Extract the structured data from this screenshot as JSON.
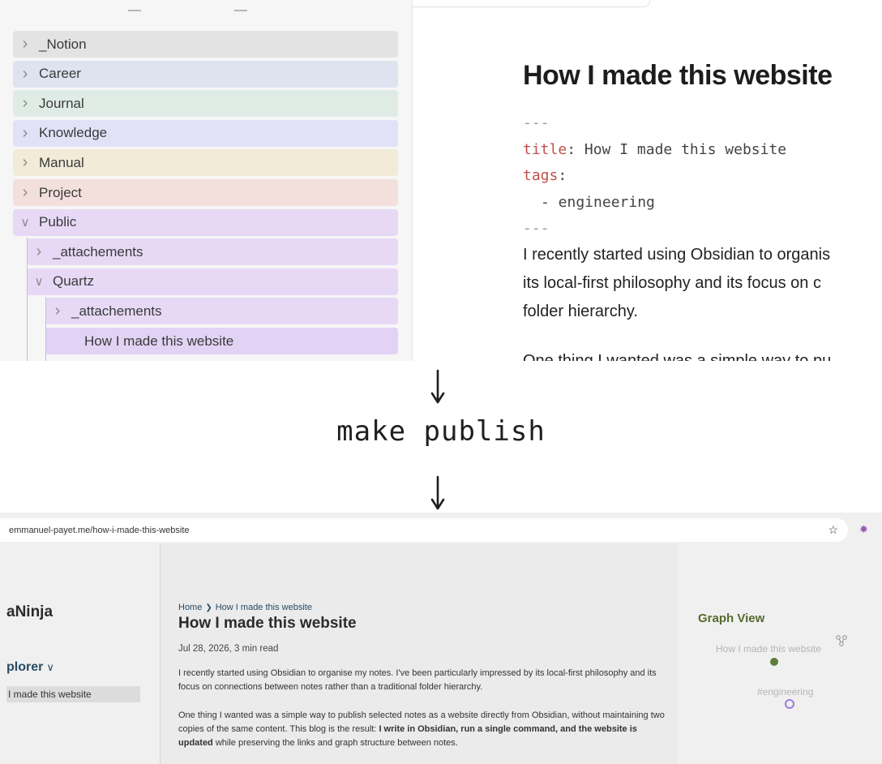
{
  "obsidian": {
    "tree": [
      {
        "label": "_Notion",
        "expanded": false,
        "level": 0,
        "color": "#e3e3e3"
      },
      {
        "label": "Career",
        "expanded": false,
        "level": 0,
        "color": "#dde4ef"
      },
      {
        "label": "Journal",
        "expanded": false,
        "level": 0,
        "color": "#dfece6"
      },
      {
        "label": "Knowledge",
        "expanded": false,
        "level": 0,
        "color": "#e1e2f7"
      },
      {
        "label": "Manual",
        "expanded": false,
        "level": 0,
        "color": "#f1ebd8"
      },
      {
        "label": "Project",
        "expanded": false,
        "level": 0,
        "color": "#f3e0dd"
      },
      {
        "label": "Public",
        "expanded": true,
        "level": 0,
        "color": "#e7d9f6"
      },
      {
        "label": "_attachements",
        "expanded": false,
        "level": 1,
        "color": "#e7d9f6"
      },
      {
        "label": "Quartz",
        "expanded": true,
        "level": 1,
        "color": "#e7d9f6"
      },
      {
        "label": "_attachements",
        "expanded": false,
        "level": 2,
        "color": "#e7d9f6"
      },
      {
        "label": "How I made this website",
        "expanded": null,
        "level": 2,
        "color": "#e2d3f4",
        "active": true
      }
    ],
    "note": {
      "title": "How I made this website",
      "fm_delim": "---",
      "fm_title_key": "title",
      "fm_title_value": "How I made this website",
      "fm_tags_key": "tags",
      "fm_tag_item": "- engineering",
      "para1": [
        "I recently started using Obsidian to organis",
        "its local-first philosophy and its focus on c",
        "folder hierarchy."
      ],
      "para2": "One thing I wanted was a simple way to pu"
    }
  },
  "handwritten": "make publish",
  "browser": {
    "url": "emmanuel-payet.me/how-i-made-this-website",
    "site_title": "aNinja",
    "explorer_label": "plorer",
    "explorer_item": "I made this website",
    "breadcrumb": [
      "Home",
      "How I made this website"
    ],
    "page_title": "How I made this website",
    "meta": "Jul 28, 2026,  3 min read",
    "para1": "I recently started using Obsidian to organise my notes. I've been particularly impressed by its local-first philosophy and its focus on connections between notes rather than a traditional folder hierarchy.",
    "para2_a": "One thing I wanted was a simple way to publish selected notes as a website directly from Obsidian, without maintaining two copies of the same content. This blog is the result: ",
    "para2_bold": "I write in Obsidian, run a single command, and the website is updated",
    "para2_b": " while preserving the links and graph structure between notes.",
    "graph_title": "Graph View",
    "graph_nodes": [
      {
        "label": "How I made this website",
        "color": "#5b7f3a"
      },
      {
        "label": "#engineering",
        "color": "#9c7be0"
      }
    ]
  }
}
